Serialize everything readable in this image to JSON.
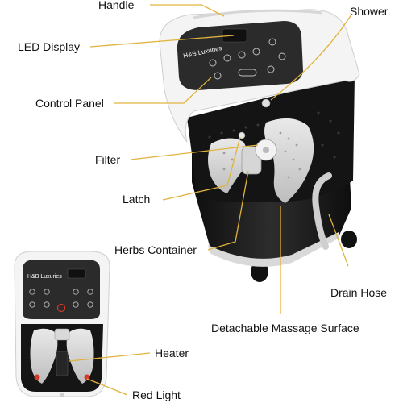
{
  "brand_text": "H&B Luxuries",
  "labels": {
    "handle": "Handle",
    "shower": "Shower",
    "led_display": "LED Display",
    "control_panel": "Control Panel",
    "filter": "Filter",
    "latch": "Latch",
    "herbs_container": "Herbs Container",
    "drain_hose": "Drain Hose",
    "detachable_massage_surface": "Detachable Massage Surface",
    "heater": "Heater",
    "red_light": "Red Light"
  },
  "colors": {
    "leader_line": "#e0b33c",
    "body_white": "#f4f4f4",
    "body_black": "#1c1c1c",
    "panel": "#2b2b2b",
    "red_light": "#d23a2a"
  }
}
